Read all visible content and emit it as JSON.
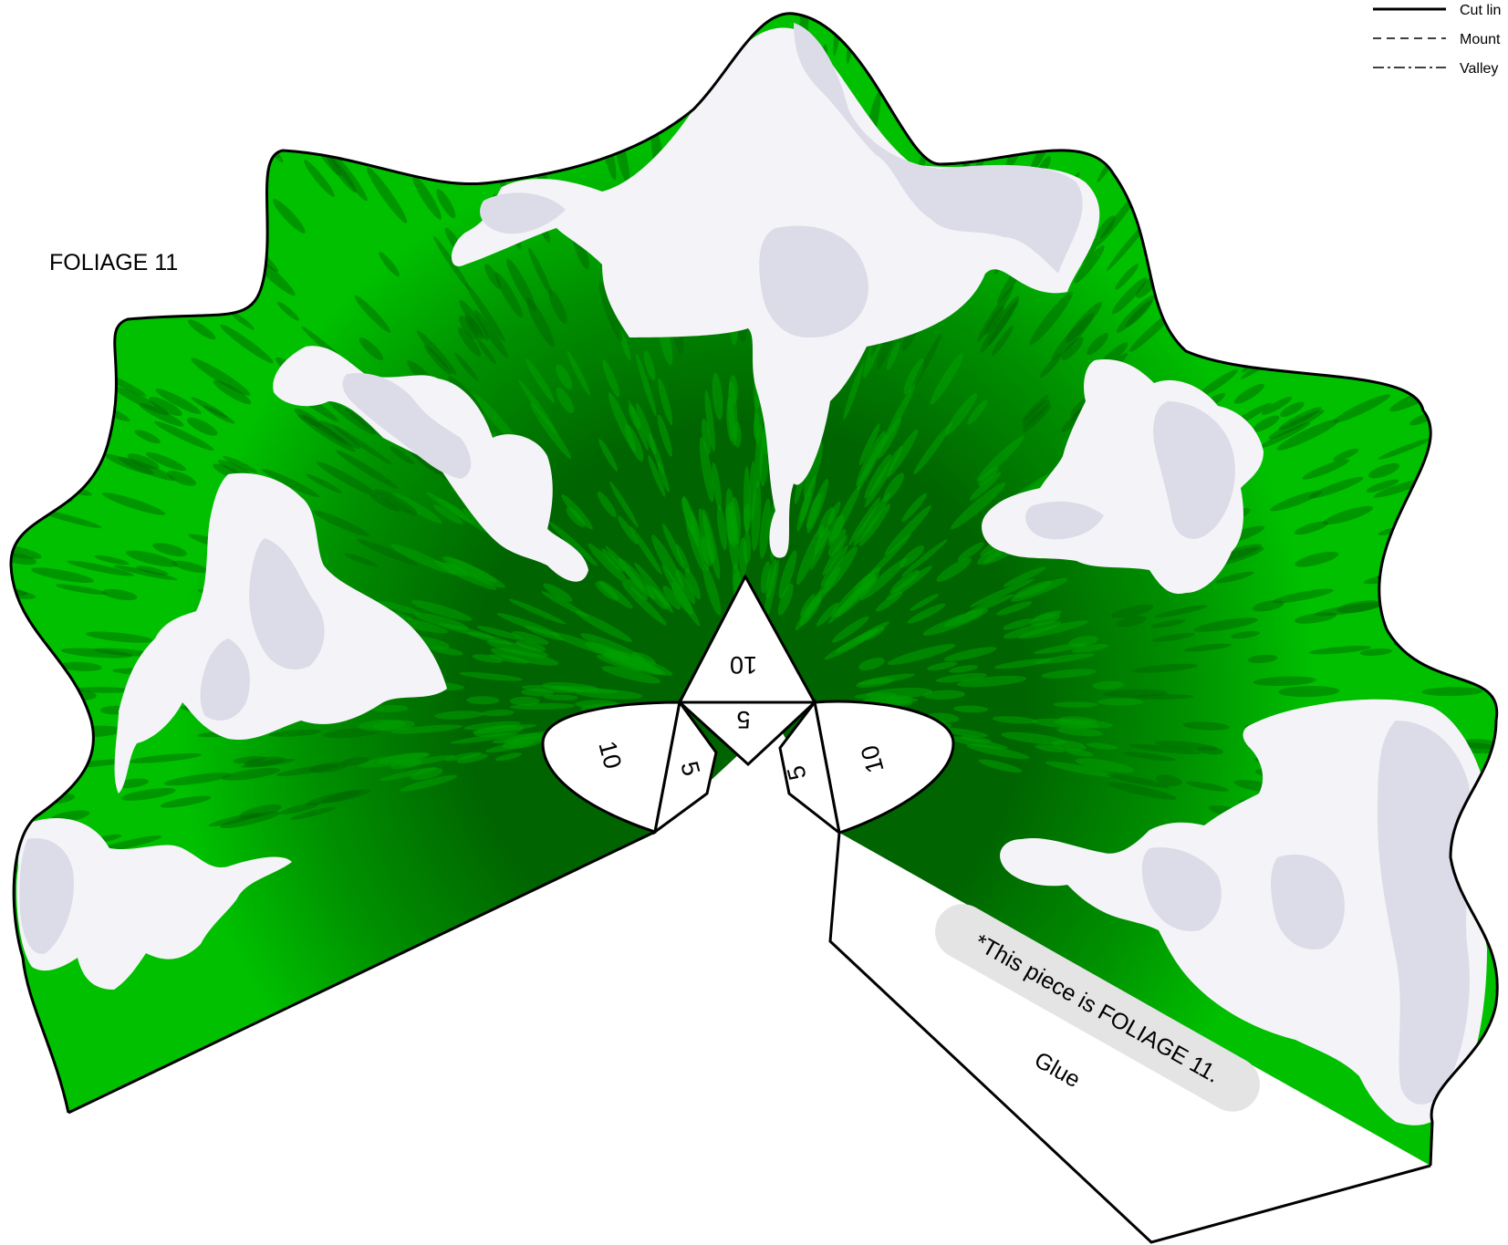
{
  "piece_title": "FOLIAGE 11",
  "legend": {
    "cut": "Cut lin",
    "mountain": "Mount",
    "valley": "Valley"
  },
  "fold_labels": {
    "top_triangle": "10",
    "center_triangle": "5",
    "left_lobe": "10",
    "left_flap": "5",
    "right_lobe": "10",
    "right_flap": "5"
  },
  "glue_tab": {
    "note": "*This piece is FOLIAGE 11.",
    "label": "Glue"
  },
  "colors": {
    "grass_light": "#00c000",
    "grass_dark": "#006400",
    "grass_mid": "#00a000",
    "snow": "#f4f4f8",
    "snow_shade": "#dcdce8",
    "note_bg": "#e4e4e4",
    "outline": "#000000"
  }
}
